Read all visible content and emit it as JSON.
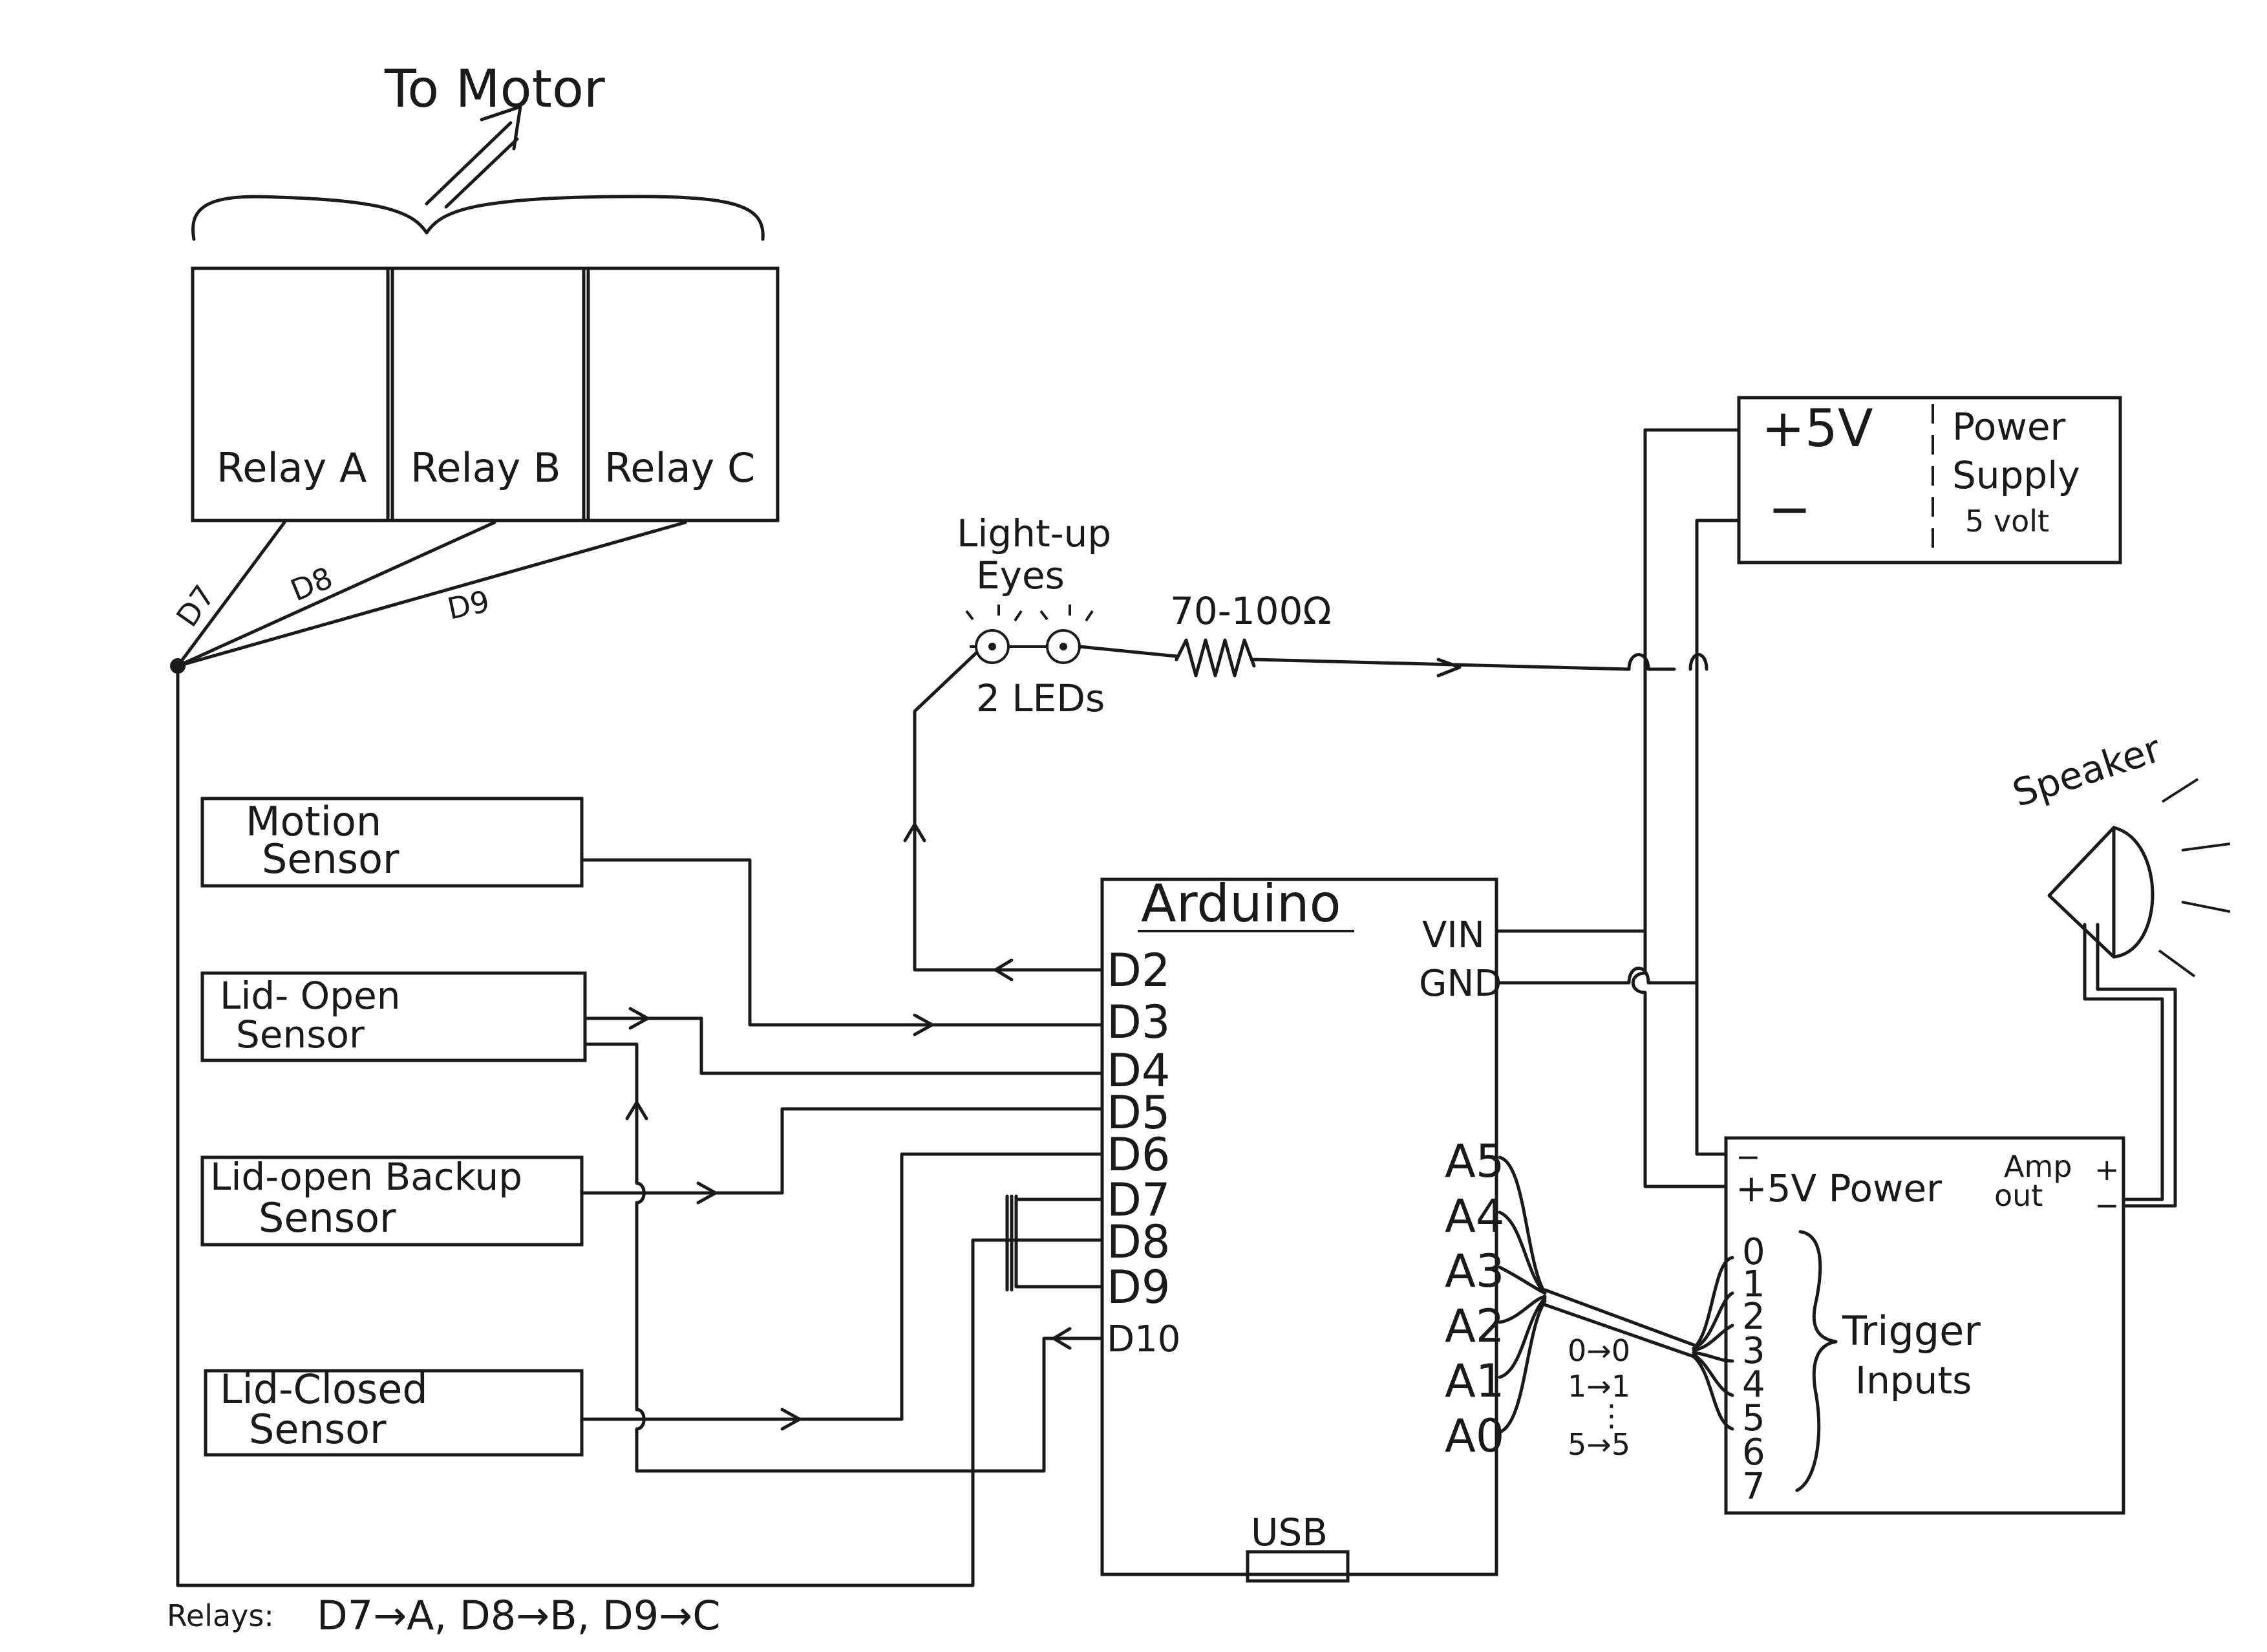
{
  "title": "To Motor",
  "relays": {
    "a": "Relay A",
    "b": "Relay B",
    "c": "Relay C",
    "wire_d7": "D7",
    "wire_d8": "D8",
    "wire_d9": "D9"
  },
  "eyes": {
    "label_line1": "Light-up",
    "label_line2": "Eyes",
    "leds": "2 LEDs",
    "resistor": "70-100Ω"
  },
  "power_supply": {
    "plus": "+5V",
    "minus": "−",
    "label_line1": "Power",
    "label_line2": "Supply",
    "label_line3": "5 volt"
  },
  "speaker": {
    "label": "Speaker"
  },
  "sensors": {
    "motion_line1": "Motion",
    "motion_line2": "Sensor",
    "lid_open_line1": "Lid- Open",
    "lid_open_line2": "Sensor",
    "backup_line1": "Lid-open Backup",
    "backup_line2": "Sensor",
    "closed_line1": "Lid-Closed",
    "closed_line2": "Sensor"
  },
  "arduino": {
    "title": "Arduino",
    "pins_left": [
      "D2",
      "D3",
      "D4",
      "D5",
      "D6",
      "D7",
      "D8",
      "D9",
      "D10"
    ],
    "vin": "VIN",
    "gnd": "GND",
    "pins_analog": [
      "A5",
      "A4",
      "A3",
      "A2",
      "A1",
      "A0"
    ],
    "usb": "USB"
  },
  "mapping": {
    "line1": "0→0",
    "line2": "1→1",
    "dots": "⋮",
    "line3": "5→5"
  },
  "sound_board": {
    "minus": "−",
    "power": "+5V Power",
    "amp_line1": "Amp",
    "amp_line2": "out",
    "amp_plus": "+",
    "amp_minus": "−",
    "trigger_pins": [
      "0",
      "1",
      "2",
      "3",
      "4",
      "5",
      "6",
      "7"
    ],
    "trigger_line1": "Trigger",
    "trigger_line2": "Inputs"
  },
  "footer": {
    "prefix": "Relays:",
    "mapping": "D7→A, D8→B, D9→C"
  }
}
